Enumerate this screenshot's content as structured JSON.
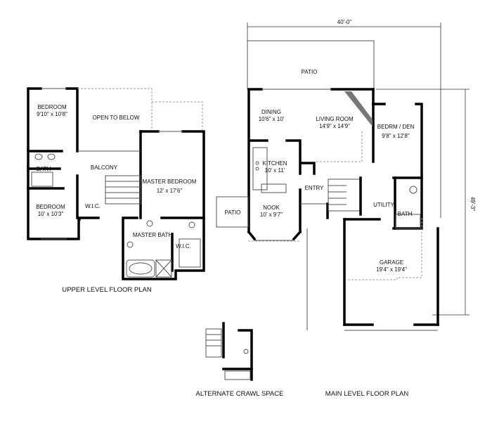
{
  "upper_level": {
    "title": "UPPER LEVEL FLOOR PLAN",
    "rooms": [
      {
        "name": "BEDROOM",
        "size": "9'10\" x 10'8\""
      },
      {
        "name": "OPEN TO BELOW",
        "size": ""
      },
      {
        "name": "BATH",
        "size": ""
      },
      {
        "name": "BALCONY",
        "size": ""
      },
      {
        "name": "MASTER BEDROOM",
        "size": "12' x 17'6\""
      },
      {
        "name": "BEDROOM",
        "size": "10' x 10'3\""
      },
      {
        "name": "W.I.C.",
        "size": ""
      },
      {
        "name": "MASTER BATH",
        "size": ""
      },
      {
        "name": "W.I.C.",
        "size": ""
      }
    ]
  },
  "main_level": {
    "title": "MAIN LEVEL FLOOR PLAN",
    "width_dimension": "40'-0\"",
    "depth_dimension": "49'-3\"",
    "rooms": [
      {
        "name": "PATIO",
        "size": ""
      },
      {
        "name": "DINING",
        "size": "10'6\" x 10'"
      },
      {
        "name": "LIVING ROOM",
        "size": "14'9\" x 14'9\""
      },
      {
        "name": "BEDRM / DEN",
        "size": "9'8\" x 12'8\""
      },
      {
        "name": "KITCHEN",
        "size": "10' x 11'"
      },
      {
        "name": "ENTRY",
        "size": ""
      },
      {
        "name": "UTILITY",
        "size": ""
      },
      {
        "name": "BATH",
        "size": ""
      },
      {
        "name": "PATIO",
        "size": ""
      },
      {
        "name": "NOOK",
        "size": "10' x 9'7\""
      },
      {
        "name": "GARAGE",
        "size": "19'4\" x 19'4\""
      }
    ]
  },
  "alternate": {
    "title": "ALTERNATE CRAWL SPACE"
  }
}
